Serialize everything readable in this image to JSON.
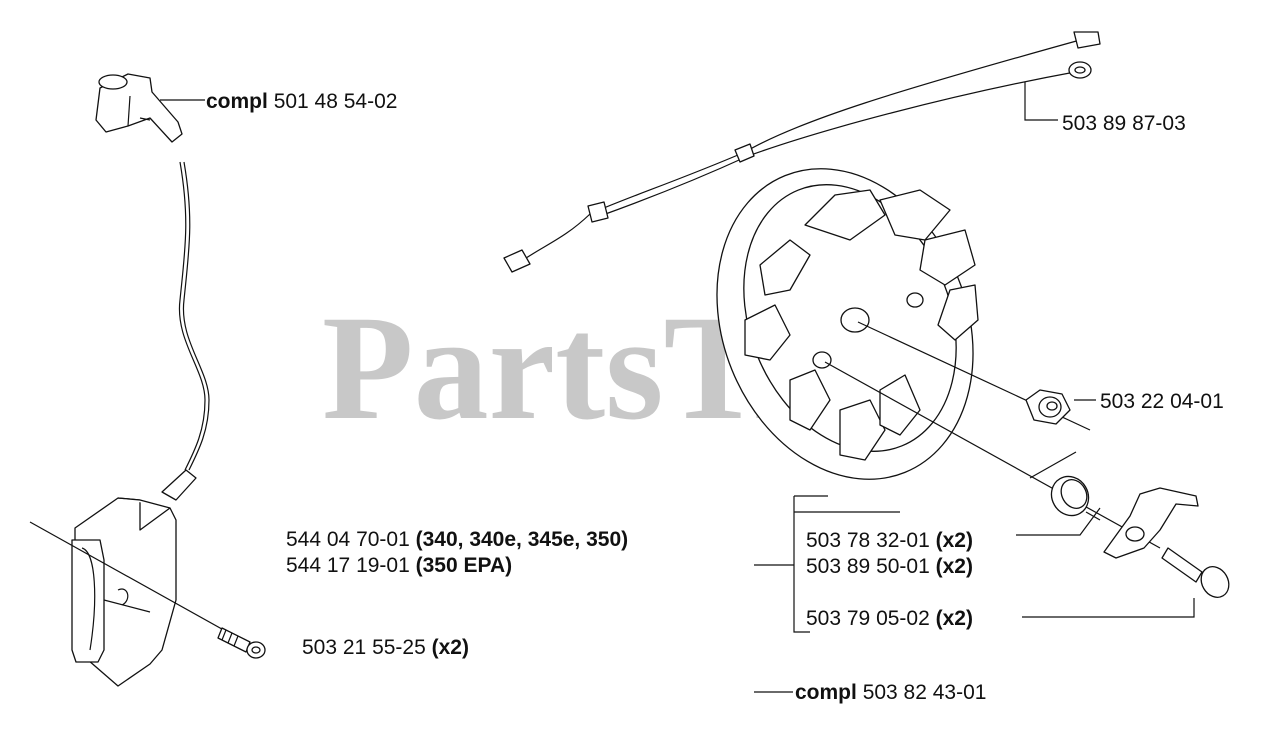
{
  "watermark": "PartsTree",
  "labels": {
    "spark_cap": {
      "prefix": "compl",
      "number": "501 48 54-02"
    },
    "cable": {
      "number": "503 89 87-03"
    },
    "nut": {
      "number": "503 22 04-01"
    },
    "module_a": {
      "number": "544 04 70-01",
      "suffix": "(340, 340e, 345e, 350)"
    },
    "module_b": {
      "number": "544 17 19-01",
      "suffix": "(350 EPA)"
    },
    "spring": {
      "number": "503 78 32-01",
      "suffix": "(x2)"
    },
    "pawl": {
      "number": "503 89 50-01",
      "suffix": "(x2)"
    },
    "pin": {
      "number": "503 79 05-02",
      "suffix": "(x2)"
    },
    "screw": {
      "number": "503 21 55-25",
      "suffix": "(x2)"
    },
    "flywheel": {
      "prefix": "compl",
      "number": "503 82 43-01"
    }
  },
  "icons": [
    "spark-plug-cap-icon",
    "ignition-module-icon",
    "screw-icon",
    "cable-harness-icon",
    "flywheel-icon",
    "nut-icon",
    "spring-icon",
    "pawl-icon",
    "pin-icon"
  ]
}
